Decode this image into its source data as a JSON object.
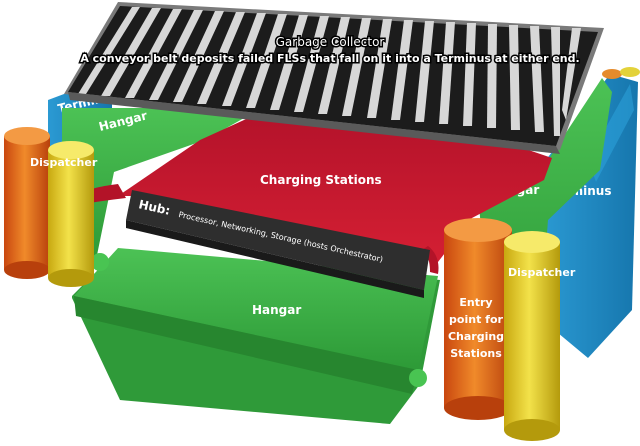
{
  "garbage_collector": {
    "title": "Garbage Collector",
    "description": "A conveyor belt deposits failed FLSs that fall on it into a Terminus at either end."
  },
  "terminus_left": "Terminus",
  "terminus_right": "Terminus",
  "hangar_upper_left": "Hangar",
  "hangar_right": "Hangar",
  "hangar_bottom": "Hangar",
  "charging_stations": "Charging Stations",
  "hub": {
    "title": "Hub:",
    "description": "Processor, Networking, Storage (hosts Orchestrator)"
  },
  "dispatcher_left": "Dispatcher",
  "dispatcher_right": "Dispatcher",
  "entry_point": {
    "line1": "Entry",
    "line2": "point for",
    "line3": "Charging",
    "line4": "Stations"
  },
  "colors": {
    "green": "#3eb447",
    "blue": "#1f8fc9",
    "red": "#c8172c",
    "dark": "#2b2b2b",
    "orange": "#ea7a1d",
    "yellow": "#e4cf1c"
  }
}
